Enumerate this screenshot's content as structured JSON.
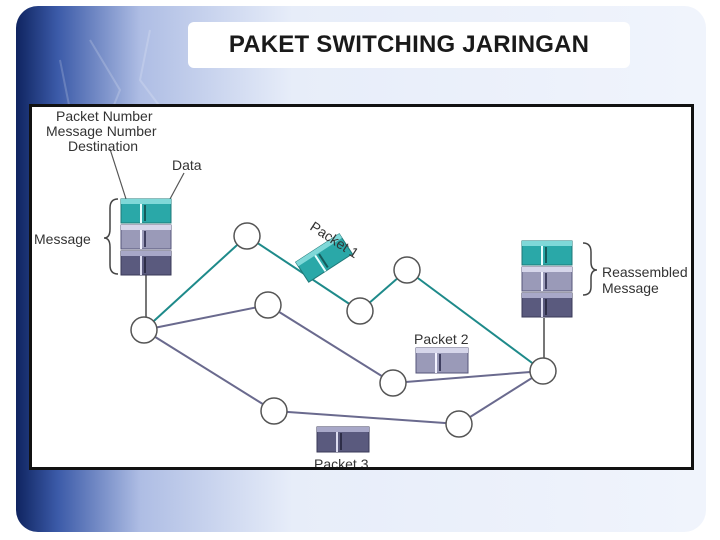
{
  "slide": {
    "title": "PAKET SWITCHING JARINGAN"
  },
  "diagram": {
    "labels": {
      "packet_number": "Packet Number",
      "message_number": "Message Number",
      "destination": "Destination",
      "data": "Data",
      "message": "Message",
      "packet_1": "Packet 1",
      "packet_2": "Packet 2",
      "packet_3": "Packet 3",
      "reassembled_line1": "Reassembled",
      "reassembled_line2": "Message"
    },
    "colors": {
      "route_1": "#1e8a8a",
      "route_other": "#6a6a8e",
      "block_teal": "#2aa8a8",
      "block_slate_light": "#9a9ab8",
      "block_slate_dark": "#5a5a7e",
      "frame": "#111111"
    }
  }
}
